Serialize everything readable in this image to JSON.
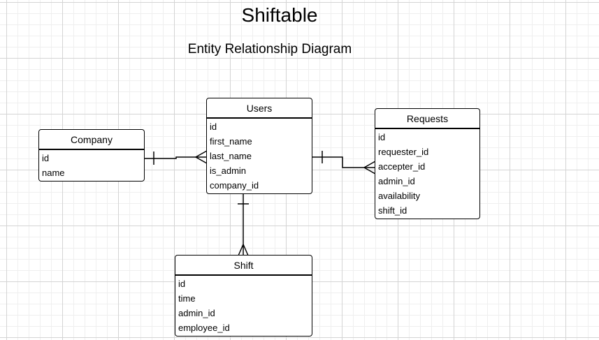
{
  "title": "Shiftable",
  "subtitle": "Entity Relationship Diagram",
  "entities": {
    "company": {
      "name": "Company",
      "attributes": [
        "id",
        "name"
      ]
    },
    "users": {
      "name": "Users",
      "attributes": [
        "id",
        "first_name",
        "last_name",
        "is_admin",
        "company_id"
      ]
    },
    "requests": {
      "name": "Requests",
      "attributes": [
        "id",
        "requester_id",
        "accepter_id",
        "admin_id",
        "availability",
        "shift_id"
      ]
    },
    "shift": {
      "name": "Shift",
      "attributes": [
        "id",
        "time",
        "admin_id",
        "employee_id"
      ]
    }
  },
  "relationships": [
    {
      "from": "Company",
      "to": "Users",
      "from_cardinality": "one",
      "to_cardinality": "many"
    },
    {
      "from": "Users",
      "to": "Requests",
      "from_cardinality": "one",
      "to_cardinality": "many"
    },
    {
      "from": "Users",
      "to": "Shift",
      "from_cardinality": "one",
      "to_cardinality": "many"
    }
  ]
}
